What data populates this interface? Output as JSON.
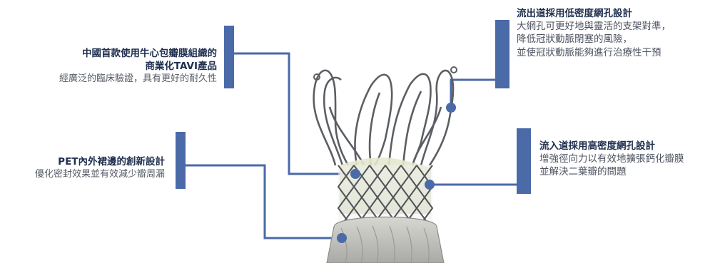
{
  "callouts": {
    "top_left": {
      "title_lines": [
        "中國首款使用牛心包瓣膜組織的",
        "商業化TAVI產品"
      ],
      "desc_lines": [
        "經廣泛的臨床驗證，具有更好的耐久性"
      ]
    },
    "bottom_left": {
      "title_lines": [
        "PET內外裙邊的創新設計"
      ],
      "desc_lines": [
        "優化密封效果並有效減少瓣周漏"
      ]
    },
    "top_right": {
      "title_lines": [
        "流出道採用低密度網孔設計"
      ],
      "desc_lines": [
        "大網孔可更好地與靈活的支架對準，",
        "降低冠狀動脈閉塞的風險，",
        "並使冠狀動脈能夠進行治療性干預"
      ]
    },
    "bottom_right": {
      "title_lines": [
        "流入道採用高密度網孔設計"
      ],
      "desc_lines": [
        "增強徑向力以有效地擴張鈣化瓣膜",
        "並解決二葉瓣的問題"
      ]
    }
  },
  "colors": {
    "accent": "#4a6aa8",
    "title": "#1f2f4f",
    "text": "#555b66"
  }
}
